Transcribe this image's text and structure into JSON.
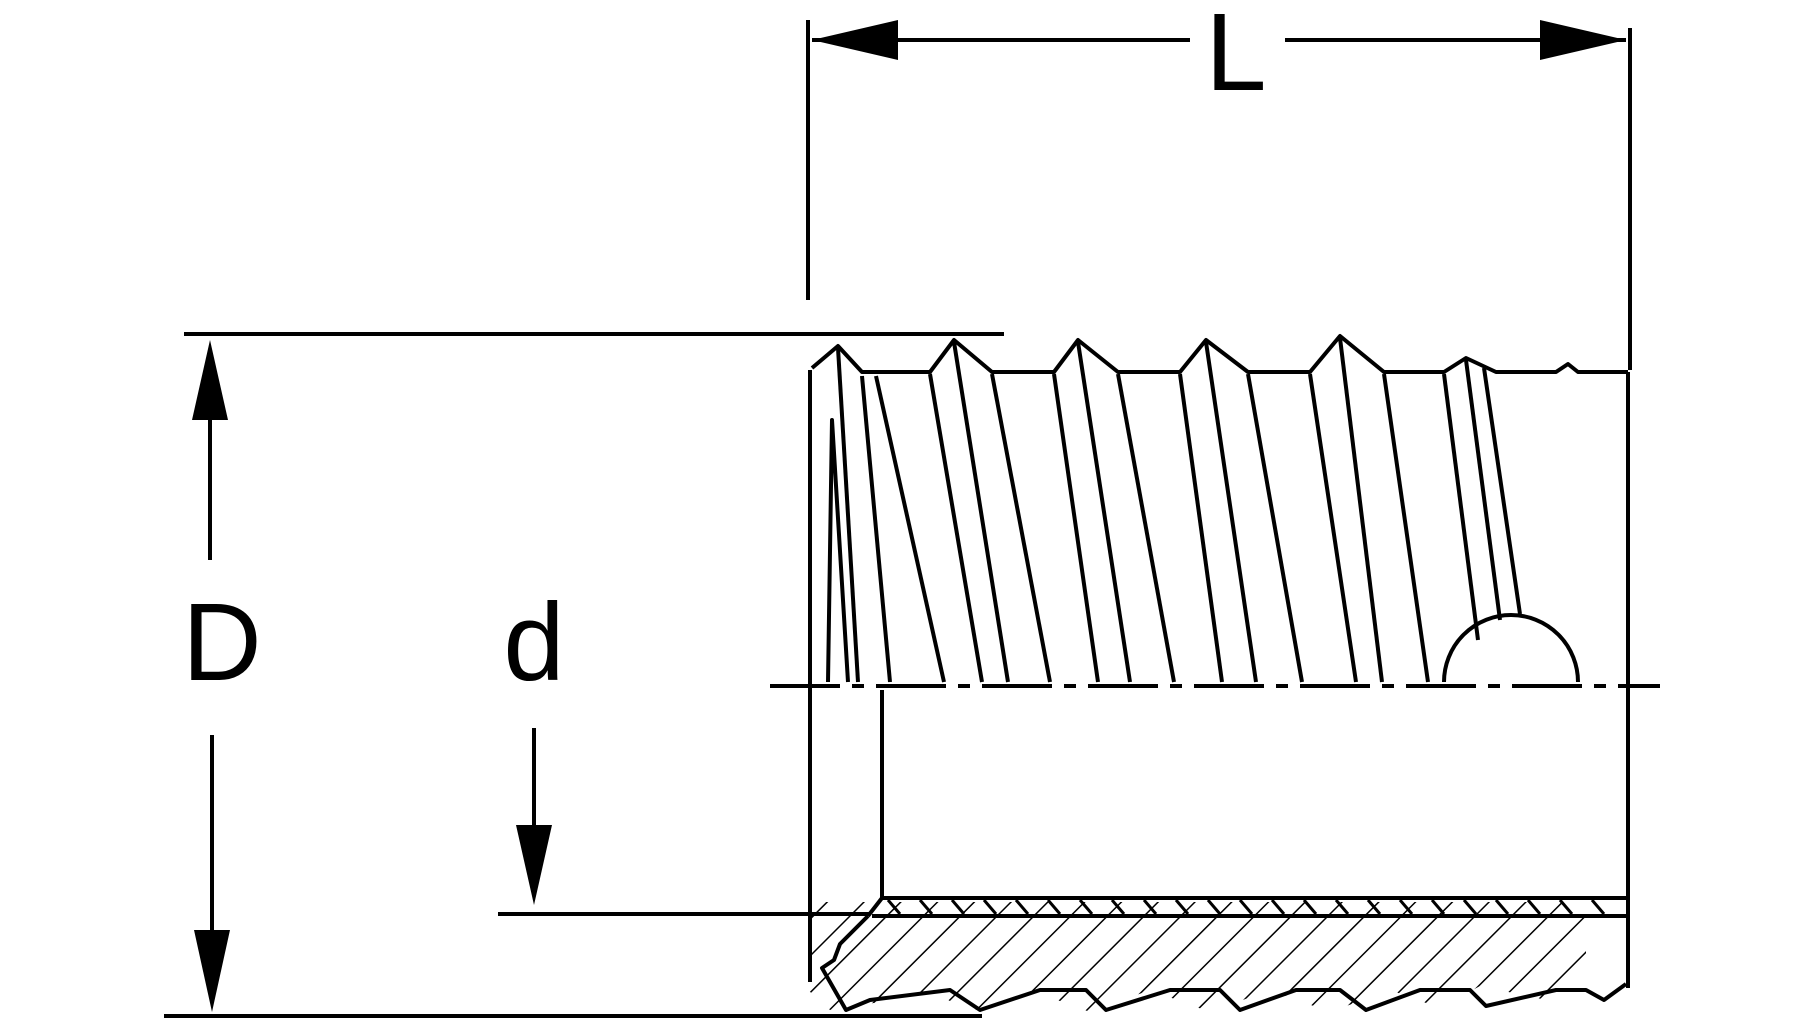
{
  "labels": {
    "length": "L",
    "outer_diameter": "D",
    "inner_diameter": "d"
  },
  "colors": {
    "line": "#000000",
    "background": "#ffffff"
  }
}
